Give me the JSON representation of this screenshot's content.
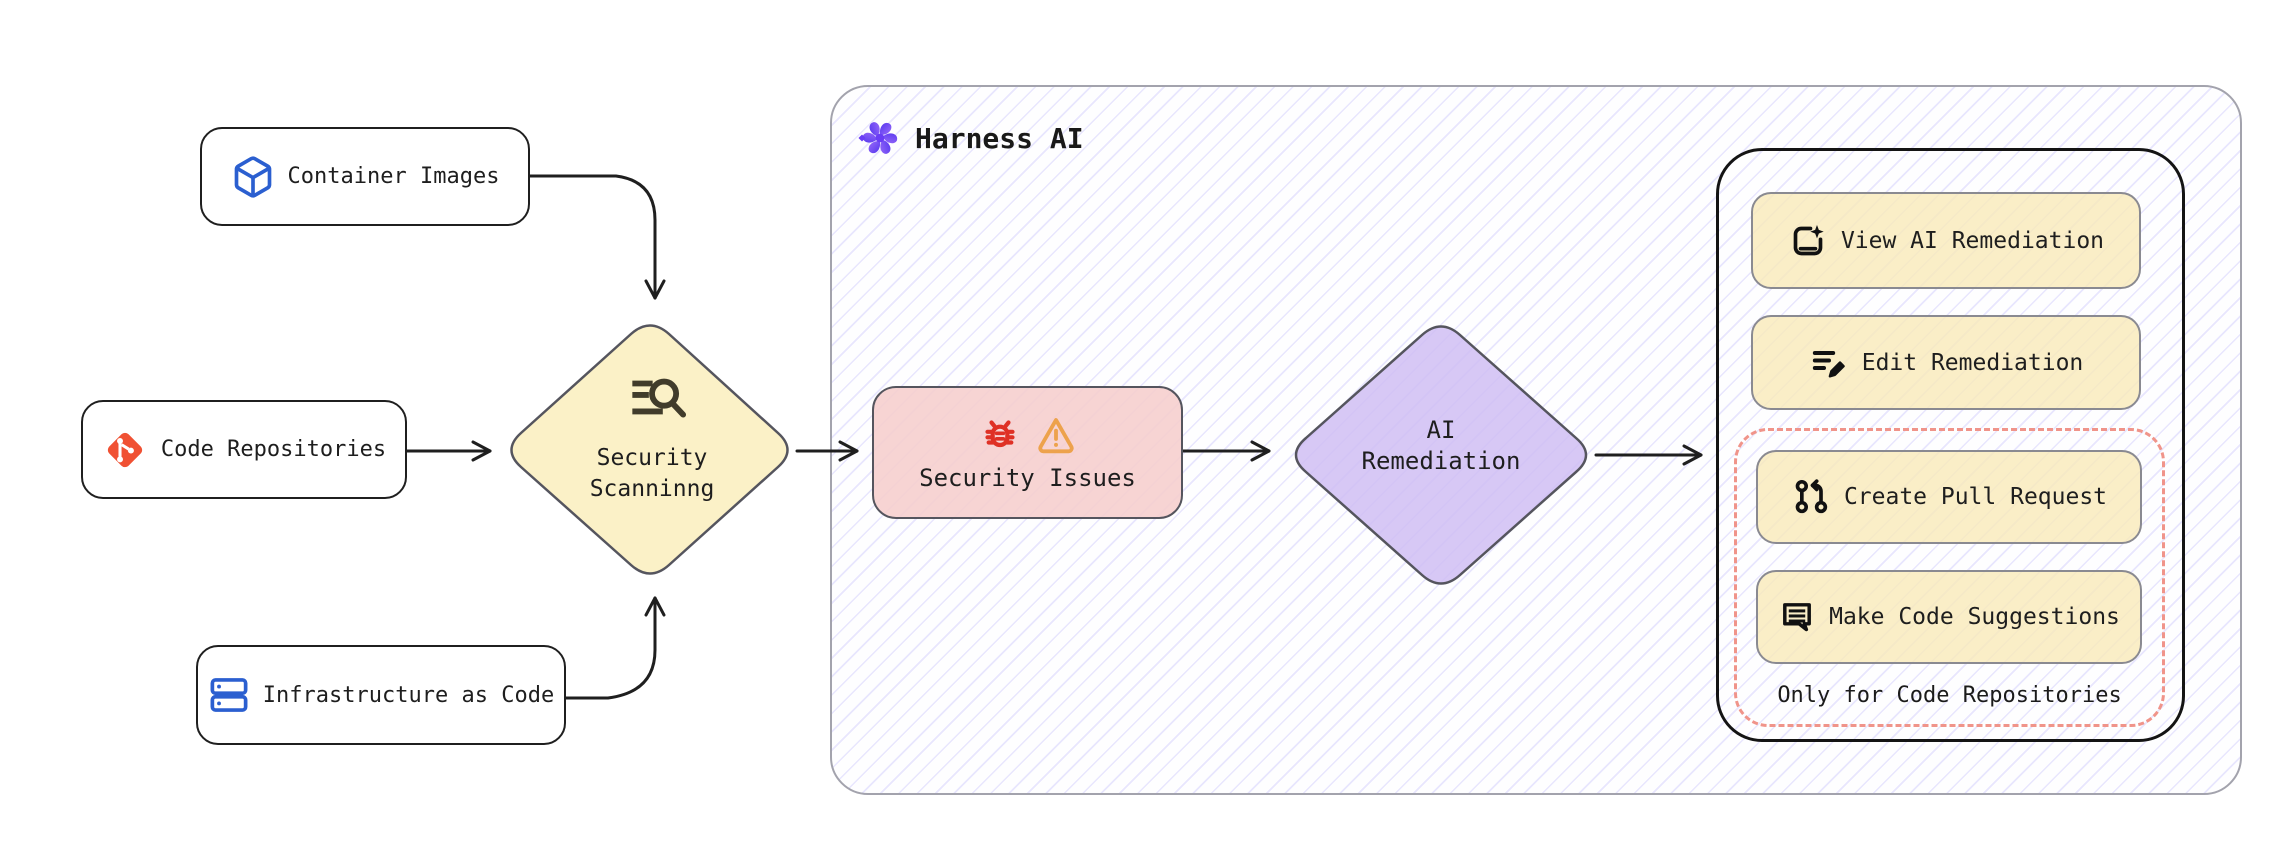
{
  "sources": [
    {
      "id": "container-images",
      "label": "Container Images",
      "icon": "cube-icon"
    },
    {
      "id": "code-repositories",
      "label": "Code Repositories",
      "icon": "git-icon"
    },
    {
      "id": "infrastructure-as-code",
      "label": "Infrastructure as Code",
      "icon": "server-stack-icon"
    }
  ],
  "scanning": {
    "line1": "Security",
    "line2": "Scanninng",
    "icon": "search-list-icon"
  },
  "harness_panel": {
    "title": "Harness AI",
    "icon": "harness-ai-logo"
  },
  "security_issues": {
    "label": "Security Issues",
    "icons": [
      "bug-icon",
      "warning-icon"
    ]
  },
  "ai_remediation": {
    "line1": "AI",
    "line2": "Remediation"
  },
  "actions": {
    "view_remediation": {
      "label": "View AI Remediation",
      "icon": "ai-document-icon"
    },
    "edit_remediation": {
      "label": "Edit Remediation",
      "icon": "edit-list-icon"
    },
    "create_pull_request": {
      "label": "Create Pull Request",
      "icon": "pull-request-icon"
    },
    "make_code_suggestions": {
      "label": "Make Code Suggestions",
      "icon": "code-comment-icon"
    },
    "note": "Only for Code Repositories"
  },
  "colors": {
    "yellow_node": "#fbf1c7",
    "yellow_button": "#f9e9b7",
    "pink_node": "#f8d7d5",
    "purple_node": "#dbcdf6",
    "hatch_line": "#7c71f6",
    "harness_logo_purple": "#6a3df5",
    "git_red": "#f05133",
    "icon_blue": "#2b5fd0",
    "bug_red": "#df3125",
    "warning_orange": "#eda24c",
    "dashed_outline": "#f0948a",
    "arrow": "#1f1f1f"
  }
}
